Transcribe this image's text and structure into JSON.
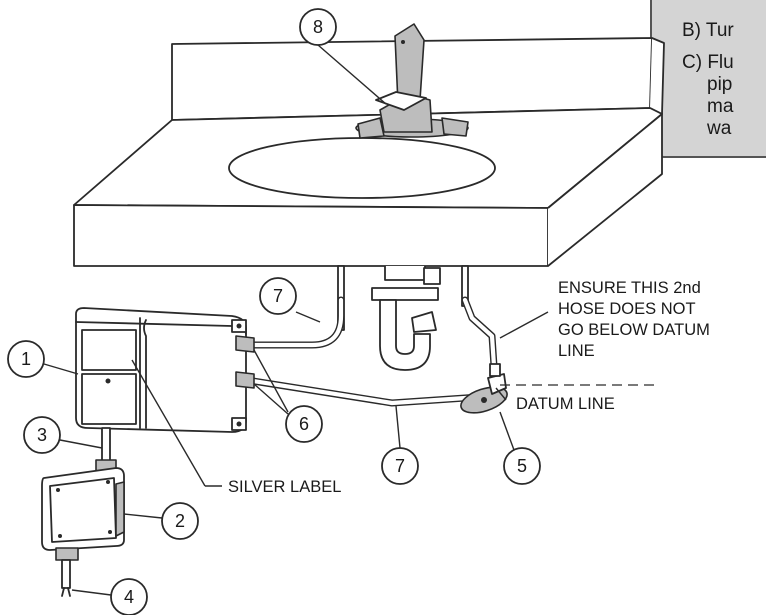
{
  "notes": {
    "b": "B) Tur",
    "c1": "C) Flu",
    "c2": "pip",
    "c3": "ma",
    "c4": "wa"
  },
  "labels": {
    "hose_warning": [
      "ENSURE THIS 2nd",
      "HOSE DOES NOT",
      "GO BELOW DATUM",
      "LINE"
    ],
    "datum_line": "DATUM LINE",
    "silver_label": "SILVER LABEL"
  },
  "callouts": [
    "1",
    "2",
    "3",
    "4",
    "5",
    "6",
    "7",
    "7",
    "8"
  ]
}
